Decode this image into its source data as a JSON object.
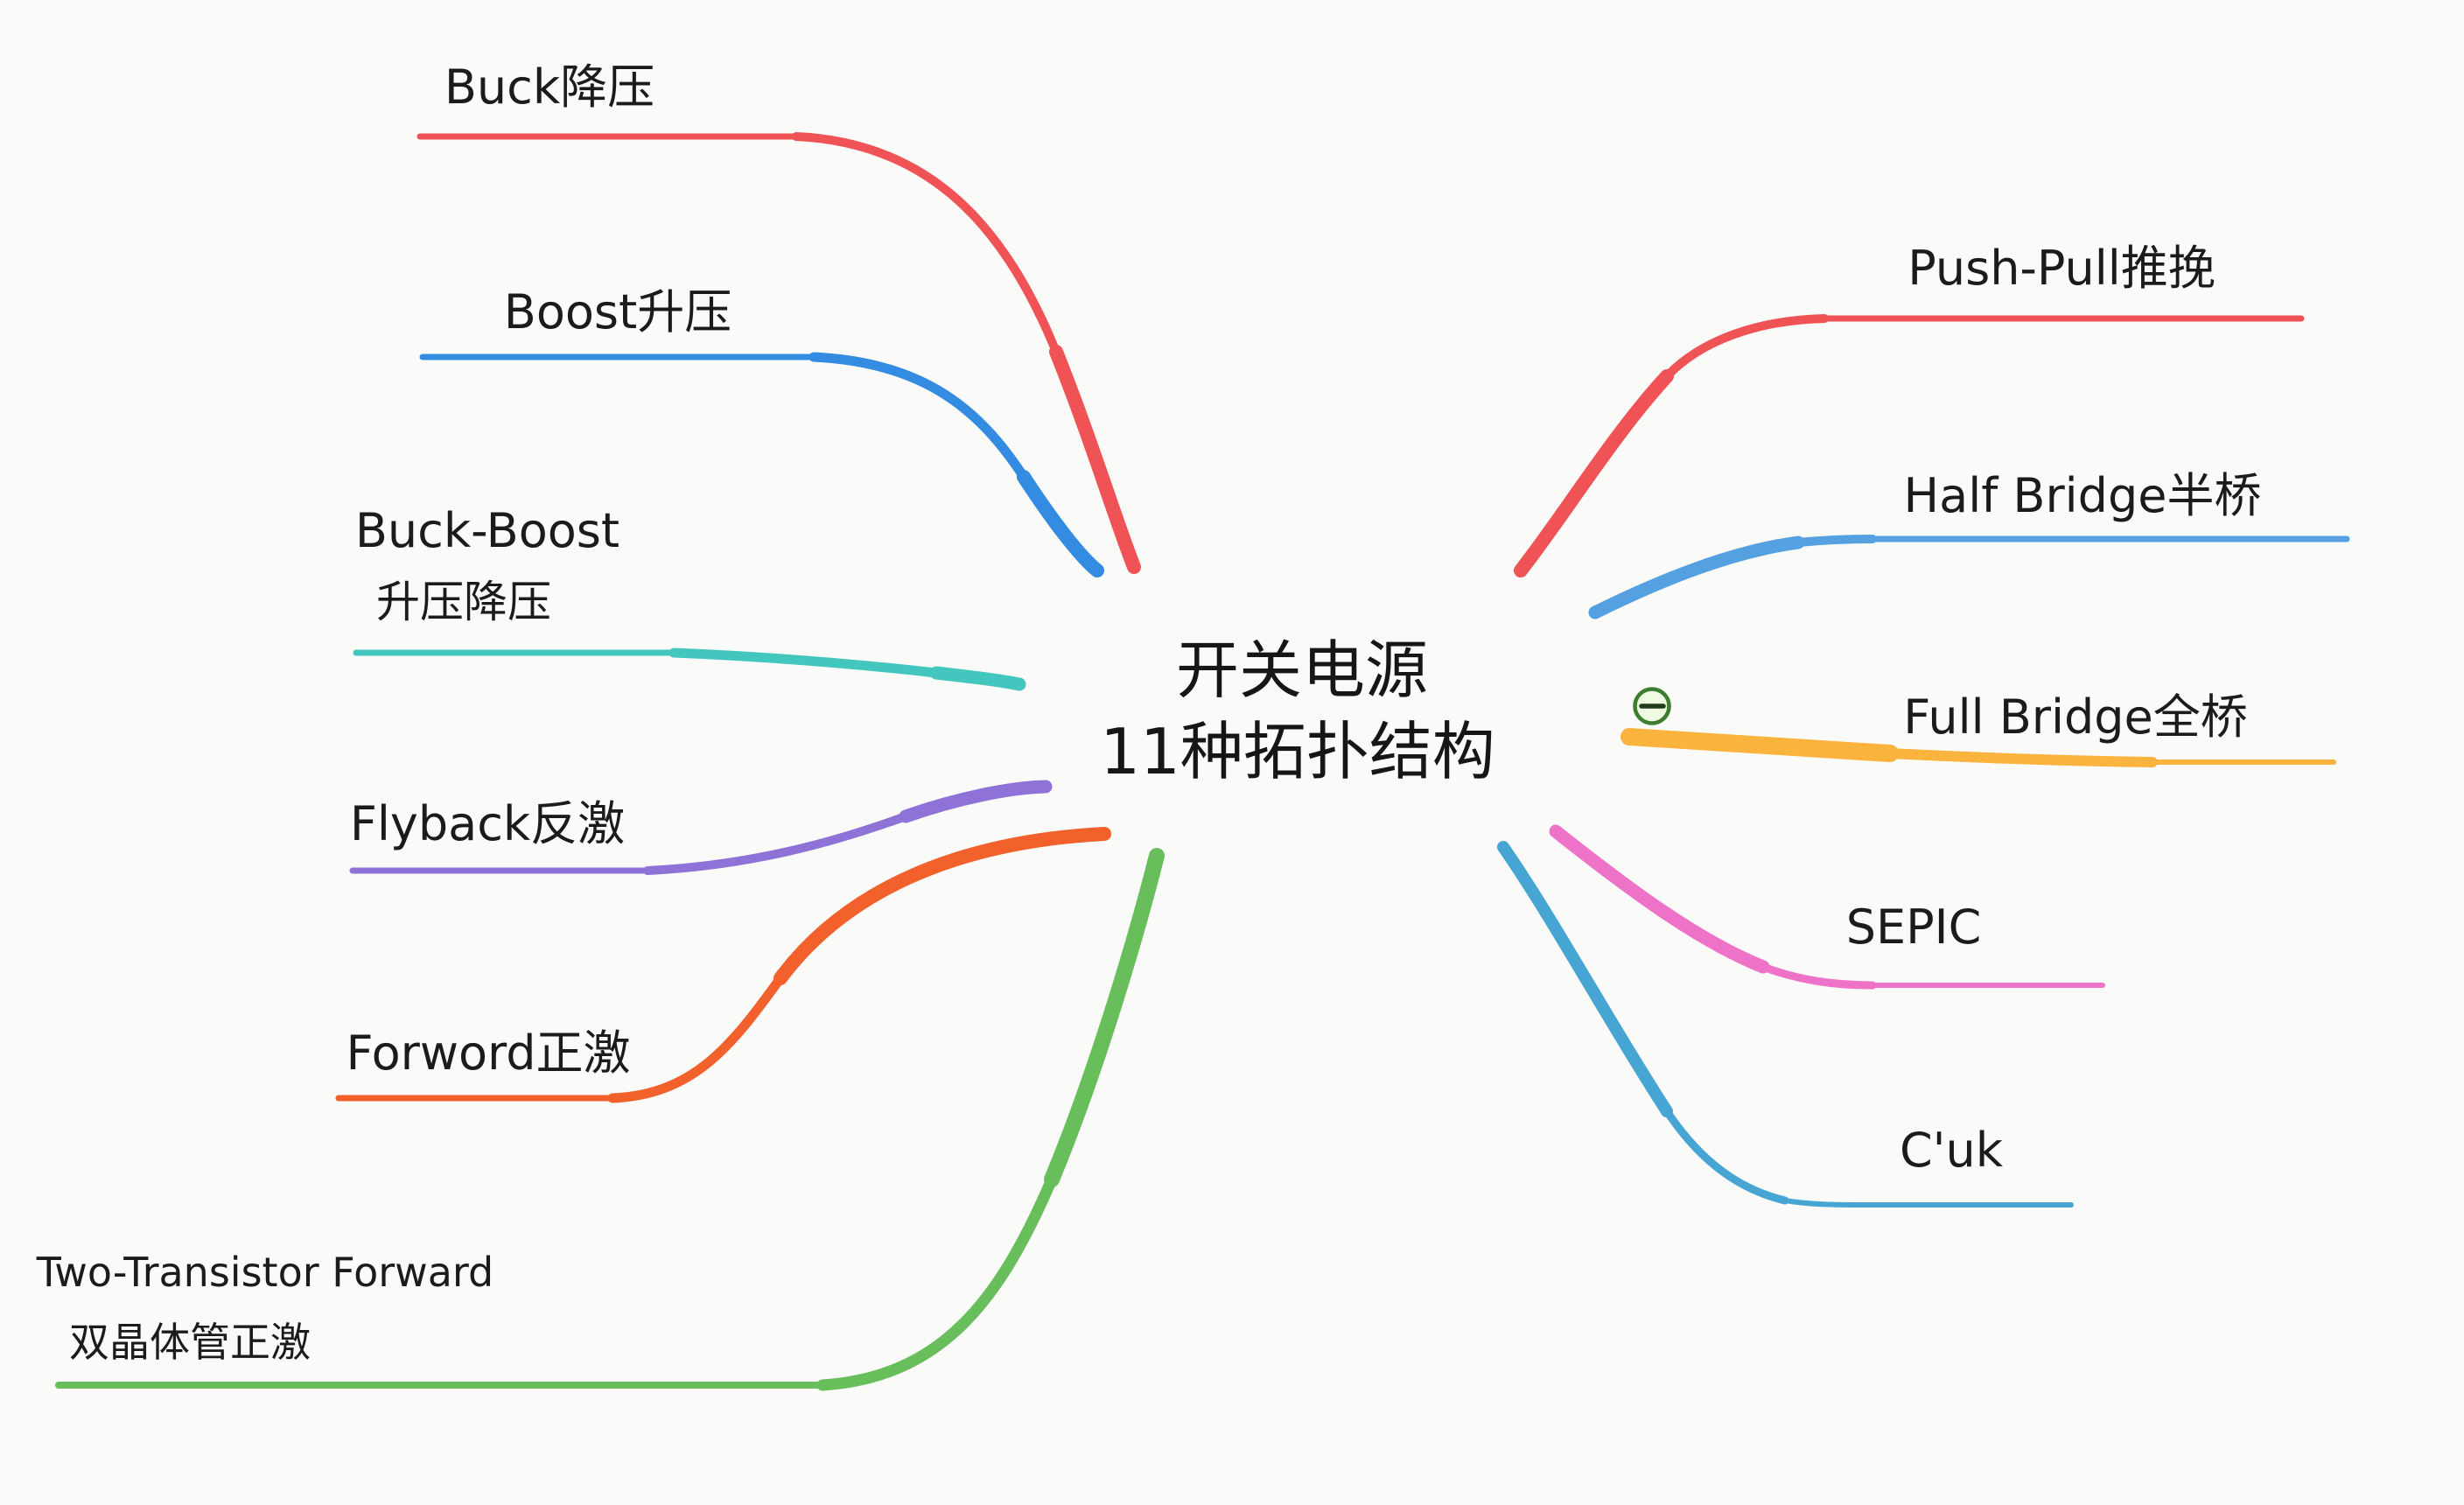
{
  "root": {
    "title_line1": "开关电源",
    "title_line2": "11种拓扑结构"
  },
  "collapse_icon": {
    "symbol": "⊖",
    "ring_color": "#3c7d2f",
    "glyph_color": "#203d1a",
    "fill_color": "#effae2"
  },
  "background_color": "#fafaf8",
  "branches": {
    "left": [
      {
        "id": "buck",
        "label": "Buck降压",
        "color": "#f05355"
      },
      {
        "id": "boost",
        "label": "Boost升压",
        "color": "#338ce2"
      },
      {
        "id": "buck-boost",
        "label": "Buck-Boost",
        "label2": "升压降压",
        "color": "#42c6bd"
      },
      {
        "id": "flyback",
        "label": "Flyback反激",
        "color": "#8e72d8"
      },
      {
        "id": "forword",
        "label": "Forword正激",
        "color": "#f2602c"
      },
      {
        "id": "two-transistor-forward",
        "label": "Two-Transistor Forward",
        "label2": "双晶体管正激",
        "color": "#69be5c"
      }
    ],
    "right": [
      {
        "id": "push-pull",
        "label": "Push-Pull推挽",
        "color": "#f05355"
      },
      {
        "id": "half-bridge",
        "label": "Half Bridge半桥",
        "color": "#55a0e0"
      },
      {
        "id": "full-bridge",
        "label": "Full Bridge全桥",
        "color": "#fab33c",
        "has_collapse_marker": true
      },
      {
        "id": "sepic",
        "label": "SEPIC",
        "color": "#ee72c8"
      },
      {
        "id": "cuk",
        "label": "C'uk",
        "color": "#47a5d4"
      }
    ]
  }
}
